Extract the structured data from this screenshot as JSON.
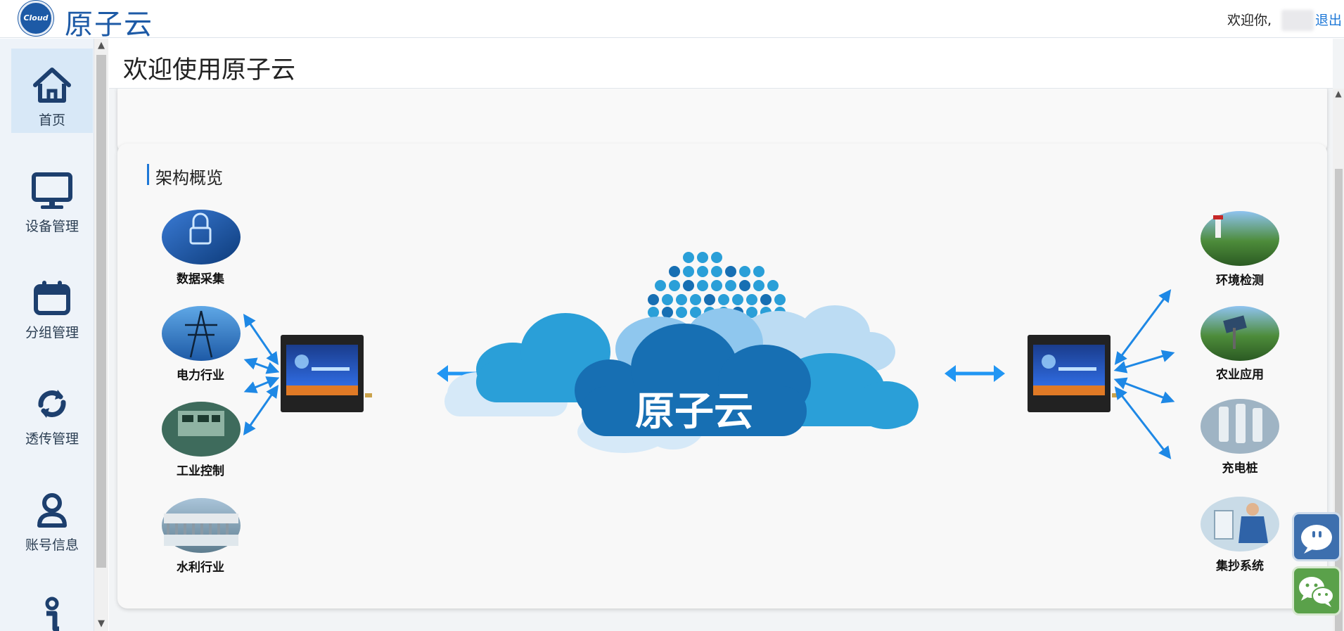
{
  "header": {
    "logo_text": "Cloud",
    "brand": "原子云",
    "welcome": "欢迎你,",
    "logout": "退出"
  },
  "sidebar": {
    "items": [
      {
        "label": "首页",
        "icon": "home-icon",
        "active": true
      },
      {
        "label": "设备管理",
        "icon": "monitor-icon",
        "active": false
      },
      {
        "label": "分组管理",
        "icon": "calendar-icon",
        "active": false
      },
      {
        "label": "透传管理",
        "icon": "sync-icon",
        "active": false
      },
      {
        "label": "账号信息",
        "icon": "user-icon",
        "active": false
      },
      {
        "label": "",
        "icon": "info-icon",
        "active": false
      }
    ]
  },
  "main": {
    "page_title": "欢迎使用原子云",
    "section_title": "架构概览",
    "diagram": {
      "cloud_label": "原子云",
      "left_nodes": [
        "数据采集",
        "电力行业",
        "工业控制",
        "水利行业"
      ],
      "right_nodes": [
        "环境检测",
        "农业应用",
        "充电桩",
        "集抄系统"
      ]
    }
  },
  "colors": {
    "brand": "#1d5aa6",
    "link": "#1e78d7",
    "cloud_blue": "#2a9fd8",
    "cloud_dark": "#176fb3"
  }
}
